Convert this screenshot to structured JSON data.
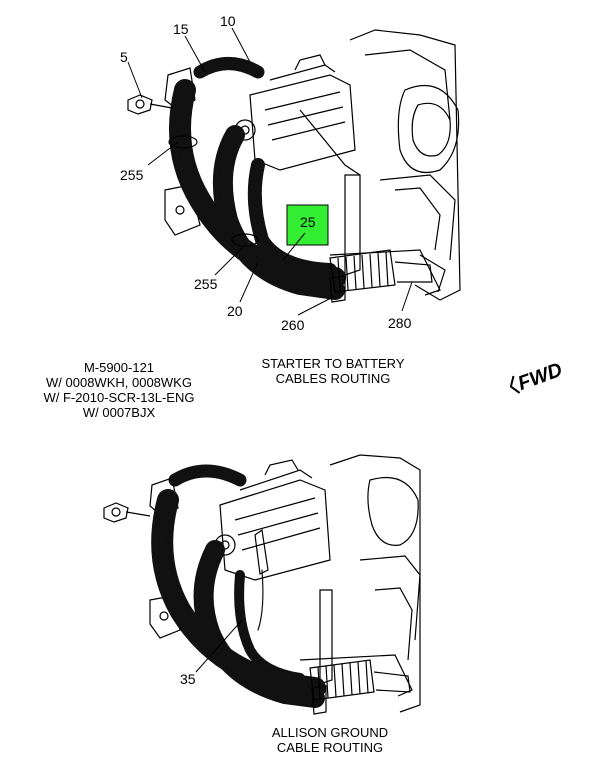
{
  "callouts_top": {
    "c15": "15",
    "c10": "10",
    "c5": "5",
    "c255a": "255",
    "c25": "25",
    "c255b": "255",
    "c20": "20",
    "c260": "260",
    "c280": "280"
  },
  "highlight_color": "#33ee33",
  "callouts_bottom": {
    "c35": "35"
  },
  "model_info": [
    "M-5900-121",
    "W/ 0008WKH, 0008WKG",
    "W/ F-2010-SCR-13L-ENG",
    "W/ 0007BJX"
  ],
  "captions": {
    "top": [
      "STARTER TO BATTERY",
      "CABLES ROUTING"
    ],
    "bottom": [
      "ALLISON GROUND",
      "CABLE ROUTING"
    ]
  },
  "fwd_label": "FWD"
}
